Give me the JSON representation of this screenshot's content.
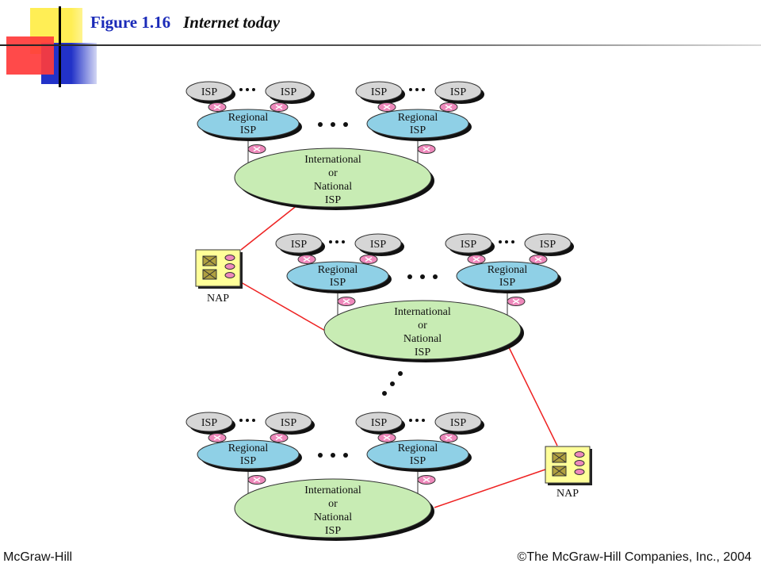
{
  "header": {
    "figure_label": "Figure 1.16",
    "figure_title": "Internet today"
  },
  "labels": {
    "isp": "ISP",
    "regional": [
      "Regional",
      "ISP"
    ],
    "national": [
      "International",
      "or",
      "National",
      "ISP"
    ],
    "nap": "NAP"
  },
  "footer": {
    "left": "McGraw-Hill",
    "right": "©The McGraw-Hill Companies, Inc., 2004"
  },
  "colors": {
    "isp_fill": "#d6d6d6",
    "regional_fill": "#8fd0e6",
    "national_fill": "#c8ecb4",
    "nap_fill": "#ffff99",
    "router_fill": "#ee88bb",
    "link_line": "#ee2222",
    "title_blue": "#1a2ab8"
  }
}
